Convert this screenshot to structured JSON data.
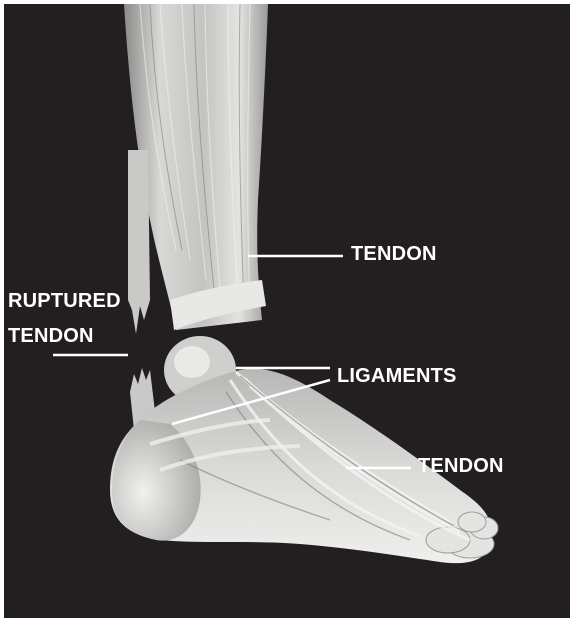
{
  "labels": {
    "tendon_upper": "TENDON",
    "ruptured_line1": "RUPTURED",
    "ruptured_line2": "TENDON",
    "ligaments": "LIGAMENTS",
    "tendon_lower": "TENDON"
  },
  "colors": {
    "background": "#231f20",
    "frame": "#ffffff",
    "label_text": "#ffffff",
    "leader_line": "#ffffff",
    "tissue_light": "#e6e6e4",
    "tissue_mid": "#b9bab6",
    "tissue_dark": "#7d7e7b"
  }
}
